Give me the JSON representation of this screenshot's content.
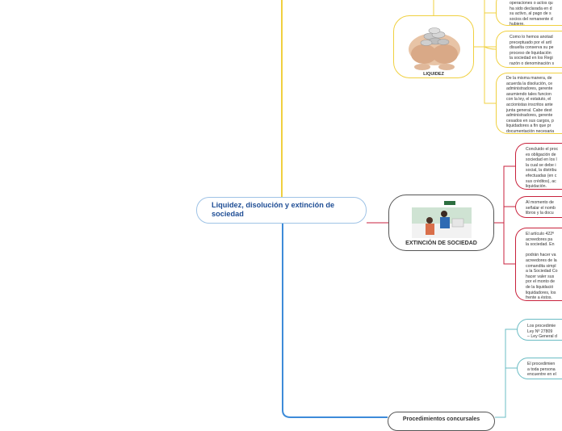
{
  "colors": {
    "yellow": "#f0d040",
    "red": "#c8223c",
    "teal": "#6bbcc4",
    "blue": "#3d8bd9",
    "root_border": "#9fc3e6"
  },
  "root": {
    "title": "Liquidez, disolución y extinción de sociedad"
  },
  "topics": {
    "liquidez": {
      "label": "LIQUIDEZ",
      "image": "coins-in-hands"
    },
    "extincion": {
      "label": "EXTINCIÓN DE SOCIEDAD",
      "image": "office-meeting"
    },
    "procedimientos": {
      "label": "Procedimientos concursales"
    }
  },
  "leaves": {
    "l1": "operaciones o actos qu\nha sido declarada en d\nsu activo, al pago de s\nsocios del remanente d\nhubiere.",
    "l2": "Como lo hemos anotad\npreceptuado por el artí\ndisuelta conserva su pe\nproceso de liquidación\nla sociedad en los Regi\nrazón o denominación s",
    "l3": "De la misma manera, de\nacuerda la disolución, ce\nadministradores, gerente\nasumiendo tales funcion\ncon la ley, el estatuto, el\naccionistas inscritos ante\njunta general. Cabe dest\nadministradores, gerente\ncesados en sus cargos, p\nliquidadores a fin que pr\ndocumentación necesaria",
    "e1": "Concluido el proc\nes obligación de\nsociedad en los l\nla cual se debe i\nsocial, la distribu\nefectuadas (en c\nsus créditos), ac\nliquidación.",
    "e2": "Al momento de\nseñalar el nomb\nlibros y la docu",
    "e3": "El artículo 422º\nacreedores pa\nla sociedad. En\n\npodrán hacer va\nacreedores de la\ncomandita simpl\na la Sociedad Co\nhacer valer sus\npor el monto de\nde la liquidació\nliquidadores, los\nfrente a éstos.",
    "p1": "Los procedimie\nLey Nº 27809\n– Ley General d",
    "p2": "El procedimien\na toda persona\nencuentre en el"
  }
}
